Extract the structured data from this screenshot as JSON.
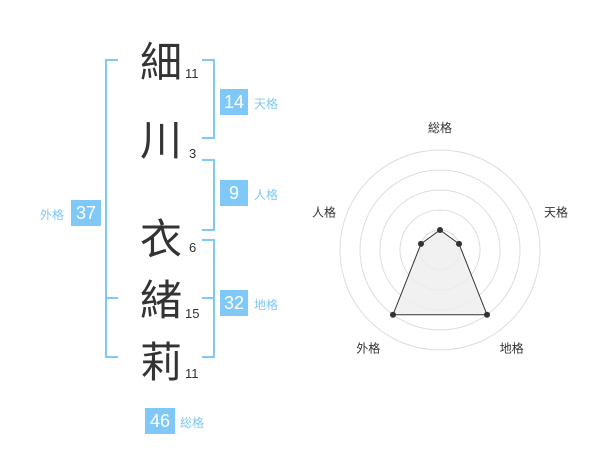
{
  "name": {
    "chars": [
      {
        "char": "細",
        "strokes": "11"
      },
      {
        "char": "川",
        "strokes": "3"
      },
      {
        "char": "衣",
        "strokes": "6"
      },
      {
        "char": "緒",
        "strokes": "15"
      },
      {
        "char": "莉",
        "strokes": "11"
      }
    ]
  },
  "fortune": {
    "tenkaku": {
      "value": "14",
      "label": "天格"
    },
    "jinkaku": {
      "value": "9",
      "label": "人格"
    },
    "chikaku": {
      "value": "32",
      "label": "地格"
    },
    "gaikaku": {
      "value": "37",
      "label": "外格"
    },
    "soukaku": {
      "value": "46",
      "label": "総格"
    }
  },
  "colors": {
    "accent": "#7fc8f8",
    "text": "#333333",
    "ring": "#dddddd",
    "fill": "#eeeeee"
  },
  "chart_data": {
    "type": "radar",
    "axes": [
      "総格",
      "天格",
      "地格",
      "外格",
      "人格"
    ],
    "values": [
      0.2,
      0.2,
      0.8,
      0.8,
      0.2
    ],
    "range": [
      0,
      1
    ],
    "rings": 5
  }
}
